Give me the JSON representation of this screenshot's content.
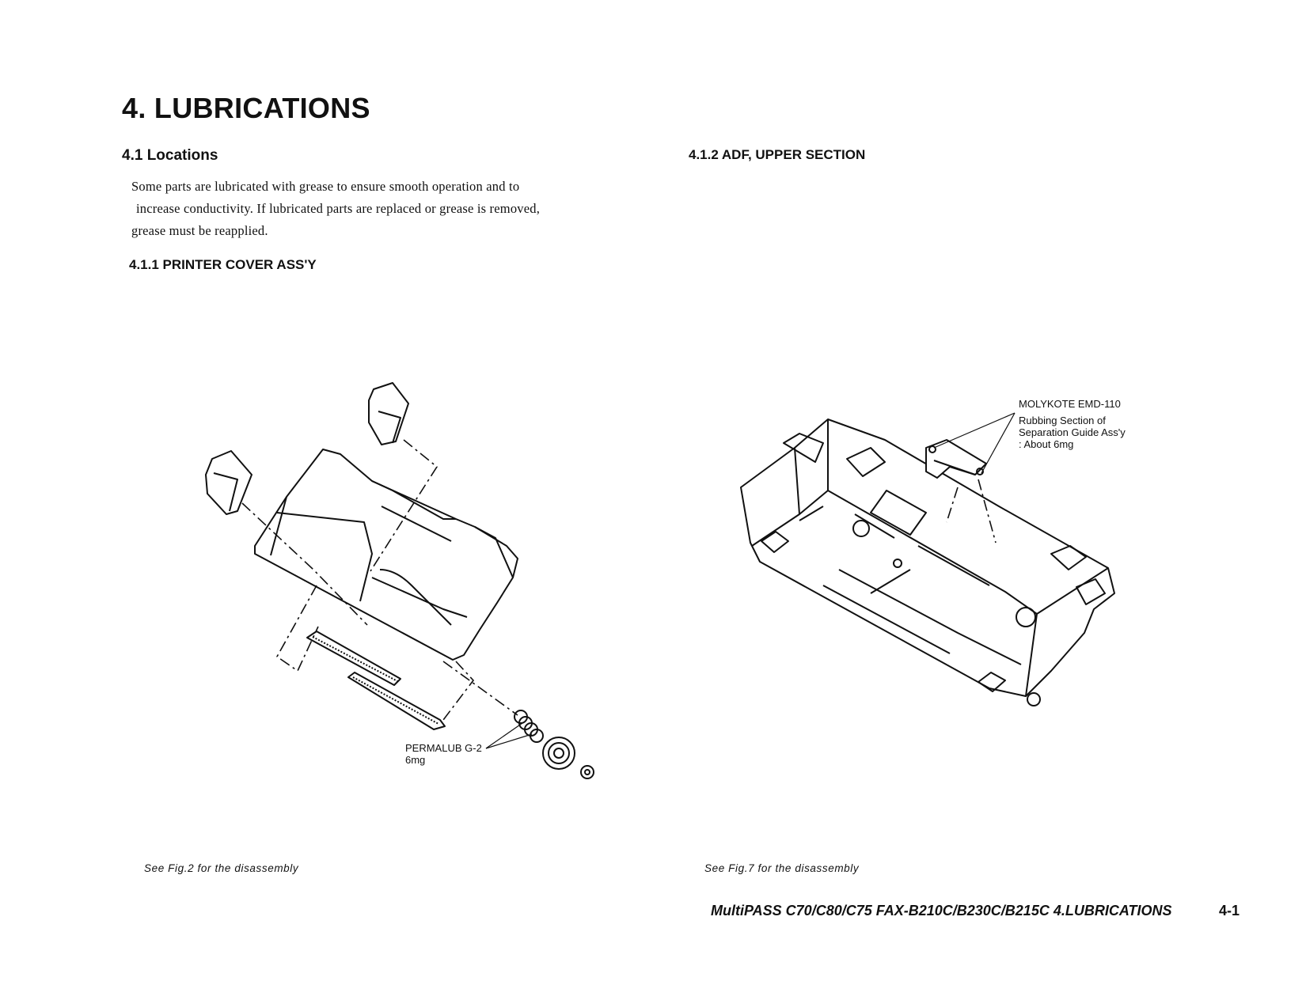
{
  "chapter_title": "4. LUBRICATIONS",
  "section_41": "4.1  Locations",
  "intro_lines": [
    "Some parts are lubricated with grease to ensure smooth operation and to",
    "increase conductivity. If lubricated parts are replaced or grease is removed,",
    "grease must be reapplied."
  ],
  "section_411": "4.1.1  PRINTER COVER ASS'Y",
  "section_412": "4.1.2  ADF, UPPER SECTION",
  "figure_left": {
    "callout_lines": [
      "PERMALUB G-2",
      "6mg"
    ],
    "caption": "See Fig.2 for the disassembly"
  },
  "figure_right": {
    "callout_lines": [
      "MOLYKOTE EMD-110",
      "Rubbing Section of",
      "Separation Guide Ass'y",
      ": About 6mg"
    ],
    "caption": "See Fig.7 for the disassembly"
  },
  "footer": {
    "title": "MultiPASS C70/C80/C75 FAX-B210C/B230C/B215C  4.LUBRICATIONS",
    "page": "4-1"
  }
}
